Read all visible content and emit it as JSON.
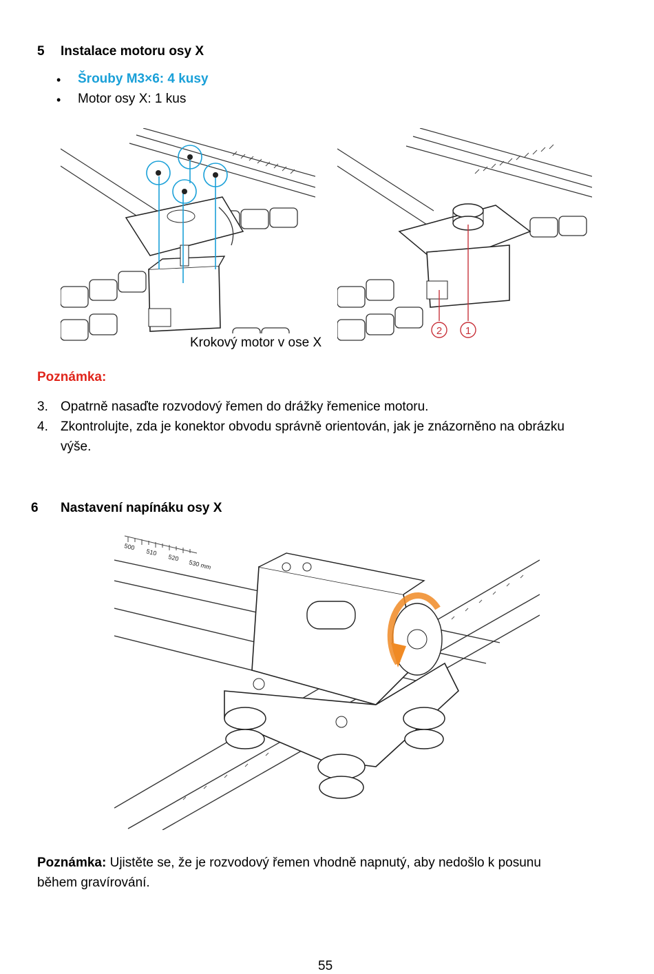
{
  "section5": {
    "number": "5",
    "title": "Instalace motoru osy X",
    "bullets": [
      "Šrouby M3×6: 4 kusy",
      "Motor osy X: 1 kus"
    ],
    "figure_caption": "Krokový motor v ose X",
    "callouts": [
      "2",
      "1"
    ],
    "note_label": "Poznámka:",
    "steps": [
      {
        "num": "3.",
        "text": "Opatrně nasaďte rozvodový řemen do drážky řemenice motoru."
      },
      {
        "num": "4.",
        "text": "Zkontrolujte, zda je konektor obvodu správně orientován, jak je znázorněno na obrázku"
      },
      {
        "num": "",
        "text": "výše."
      }
    ]
  },
  "section6": {
    "number": "6",
    "title": "Nastavení napínáku osy X",
    "ruler_labels": [
      "500",
      "510",
      "520",
      "530 mm"
    ],
    "note_label": "Poznámka:",
    "note_line1": " Ujistěte se, že je rozvodový řemen vhodně napnutý, aby nedošlo k posunu",
    "note_line2": "během gravírování."
  },
  "page_number": "55",
  "colors": {
    "highlight_blue": "#1aa0d8",
    "note_red": "#e0251b",
    "callout_red": "#c8323a",
    "arrow_orange": "#f08a24"
  }
}
